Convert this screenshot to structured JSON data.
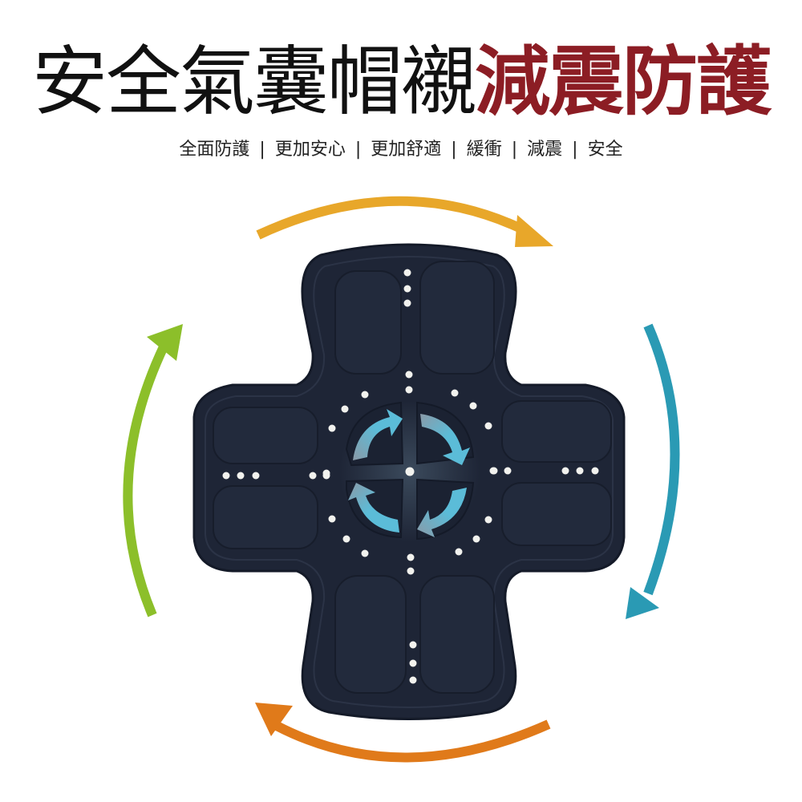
{
  "header": {
    "title_primary": "安全氣囊帽襯",
    "title_accent": "減震防護",
    "title_primary_color": "#111111",
    "title_accent_color": "#8c1d24"
  },
  "features": {
    "items": [
      "全面防護",
      "更加安心",
      "更加舒適",
      "緩衝",
      "減震",
      "安全"
    ],
    "separator": "|"
  },
  "illustration": {
    "product": "helmet-airbag-liner",
    "liner_color": "#1e2536",
    "vent_hole_color": "#f2f2ee",
    "center_arrow_color": "#5bbcd8",
    "outer_arrows": [
      {
        "name": "top-arrow",
        "color": "#e8a72a",
        "direction": "clockwise"
      },
      {
        "name": "right-arrow",
        "color": "#2a9ab4",
        "direction": "clockwise"
      },
      {
        "name": "bottom-arrow",
        "color": "#e07a1a",
        "direction": "clockwise"
      },
      {
        "name": "left-arrow",
        "color": "#8cbf2a",
        "direction": "clockwise"
      }
    ]
  }
}
